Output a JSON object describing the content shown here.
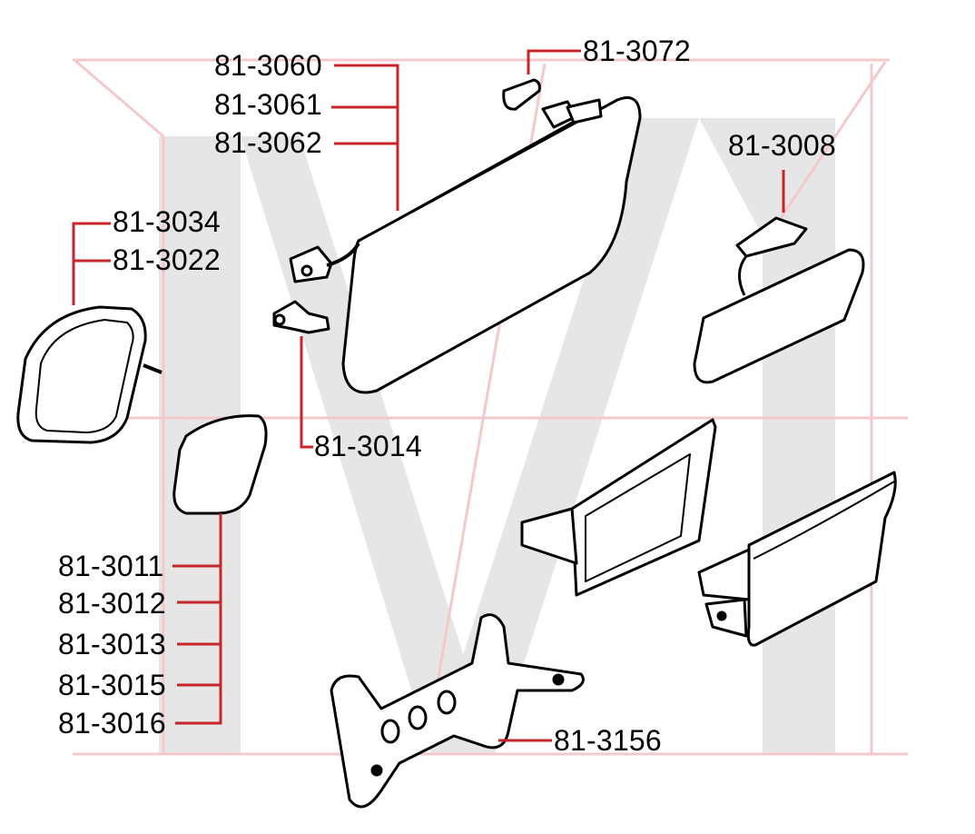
{
  "diagram": {
    "type": "exploded-parts-diagram",
    "colors": {
      "leader_line": "#c8252b",
      "watermark_gray": "#e4e4e4",
      "watermark_pink": "#f3c9cc",
      "ink": "#000000"
    },
    "watermark": {
      "letter": "M"
    },
    "parts": [
      {
        "id": "sun-visor",
        "name": "Sun visor",
        "labels": [
          "81-3060",
          "81-3061",
          "81-3062"
        ]
      },
      {
        "id": "visor-clip-cover",
        "name": "Visor clip cover",
        "labels": [
          "81-3072"
        ]
      },
      {
        "id": "rear-view-mirror",
        "name": "Interior rear-view mirror",
        "labels": [
          "81-3008"
        ]
      },
      {
        "id": "exterior-mirror",
        "name": "Exterior mirror",
        "labels": [
          "81-3034",
          "81-3022"
        ]
      },
      {
        "id": "visor-clip",
        "name": "Visor retaining clip",
        "labels": [
          "81-3014"
        ]
      },
      {
        "id": "mirror-glass",
        "name": "Mirror glass",
        "labels": [
          "81-3011",
          "81-3012",
          "81-3013",
          "81-3015",
          "81-3016"
        ]
      },
      {
        "id": "glovebox-frame",
        "name": "Glovebox frame",
        "labels": []
      },
      {
        "id": "glovebox",
        "name": "Glovebox",
        "labels": []
      },
      {
        "id": "bracket",
        "name": "Support bracket",
        "labels": [
          "81-3156"
        ]
      }
    ]
  },
  "labels": {
    "p3060": "81-3060",
    "p3061": "81-3061",
    "p3062": "81-3062",
    "p3072": "81-3072",
    "p3008": "81-3008",
    "p3034": "81-3034",
    "p3022": "81-3022",
    "p3014": "81-3014",
    "p3011": "81-3011",
    "p3012": "81-3012",
    "p3013": "81-3013",
    "p3015": "81-3015",
    "p3016": "81-3016",
    "p3156": "81-3156"
  }
}
